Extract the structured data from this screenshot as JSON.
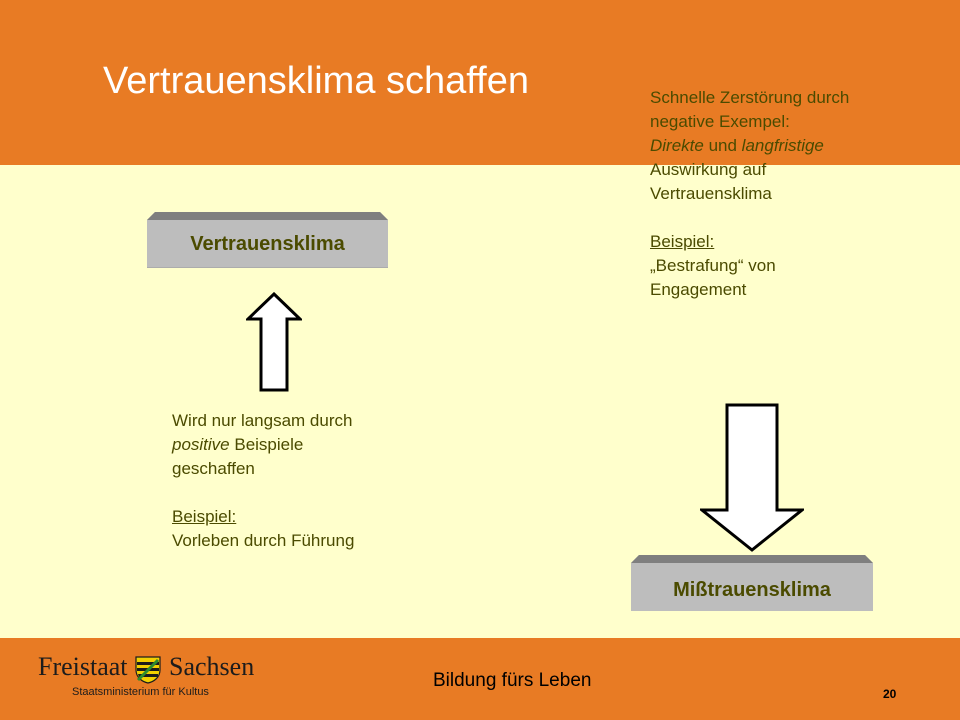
{
  "slide": {
    "title": "Vertrauensklima schaffen",
    "page_number": "20",
    "footer": "Bildung fürs Leben"
  },
  "boxes": {
    "top": "Vertrauensklima",
    "bottom": "Mißtrauensklima"
  },
  "note_right": {
    "line1": "Schnelle Zerstörung durch",
    "line2": "negative Exempel:",
    "line3_em1": "Direkte",
    "line3_mid": " und ",
    "line3_em2": "langfristige",
    "line4": "Auswirkung auf",
    "line5": "Vertrauensklima",
    "example_label": "Beispiel:",
    "example_line1": "„Bestrafung“ von",
    "example_line2": "Engagement"
  },
  "note_left": {
    "line1": "Wird nur langsam durch",
    "line2_em": "positive",
    "line2_rest": " Beispiele",
    "line3": "geschaffen",
    "example_label": "Beispiel:",
    "example_line1": "Vorleben durch Führung"
  },
  "logo": {
    "word1": "Freistaat",
    "word2": "Sachsen",
    "sub": "Staatsministerium für Kultus"
  },
  "colors": {
    "band": "#E87B24",
    "background": "#FFFFCC",
    "text_olive": "#4B4B00",
    "panel_gray": "#BDBDBD"
  }
}
